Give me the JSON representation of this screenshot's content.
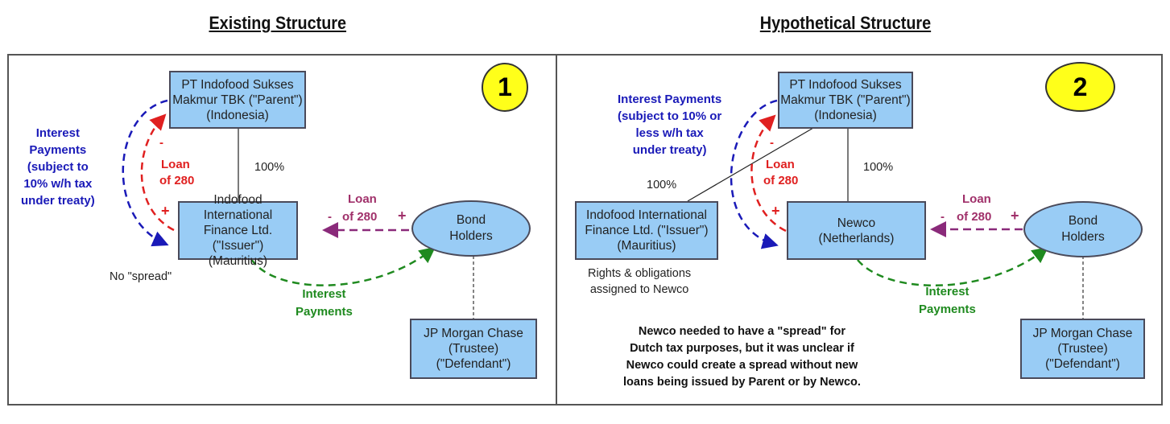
{
  "titles": {
    "left": "Existing Structure",
    "right": "Hypothetical Structure"
  },
  "existing": {
    "badge": "1",
    "parent": [
      "PT Indofood Sukses",
      "Makmur TBK (\"Parent\")",
      "(Indonesia)"
    ],
    "issuer": [
      "Indofood International",
      "Finance Ltd. (\"Issuer\")",
      "(Mauritius)"
    ],
    "bondholders": [
      "Bond",
      "Holders"
    ],
    "trustee": [
      "JP Morgan Chase",
      "(Trustee)",
      "(\"Defendant\")"
    ],
    "ownership": "100%",
    "interest_treaty": [
      "Interest",
      "Payments",
      "(subject to",
      "10% w/h tax",
      "under treaty)"
    ],
    "parent_loan": [
      "Loan",
      "of 280"
    ],
    "parent_loan_minus": "-",
    "parent_loan_plus": "+",
    "bond_loan_title": "Loan",
    "bond_loan_amount": "of 280",
    "bond_loan_minus": "-",
    "bond_loan_plus": "+",
    "interest_payments": [
      "Interest",
      "Payments"
    ],
    "no_spread": "No \"spread\""
  },
  "hypothetical": {
    "badge": "2",
    "parent": [
      "PT Indofood Sukses",
      "Makmur TBK (\"Parent\")",
      "(Indonesia)"
    ],
    "issuer": [
      "Indofood International",
      "Finance Ltd. (\"Issuer\")",
      "(Mauritius)"
    ],
    "newco": [
      "Newco",
      "(Netherlands)"
    ],
    "bondholders": [
      "Bond",
      "Holders"
    ],
    "trustee": [
      "JP Morgan Chase",
      "(Trustee)",
      "(\"Defendant\")"
    ],
    "ownership_issuer": "100%",
    "ownership_newco": "100%",
    "interest_treaty": [
      "Interest Payments",
      "(subject to 10% or",
      "less w/h tax",
      "under treaty)"
    ],
    "parent_loan": [
      "Loan",
      "of 280"
    ],
    "parent_loan_minus": "-",
    "parent_loan_plus": "+",
    "bond_loan_title": "Loan",
    "bond_loan_amount": "of 280",
    "bond_loan_minus": "-",
    "bond_loan_plus": "+",
    "interest_payments": [
      "Interest",
      "Payments"
    ],
    "assigned_note": [
      "Rights & obligations",
      "assigned to Newco"
    ],
    "spread_note": [
      "Newco needed to have a  \"spread\" for",
      "Dutch tax purposes, but it was unclear if",
      "Newco could create a spread without new",
      "loans being issued by Parent or by Newco."
    ]
  },
  "colors": {
    "box_fill": "#99ccf5",
    "badge_fill": "#ffff1a",
    "interest_blue": "#1a1ab8",
    "loan_red": "#e02020",
    "loan_purple": "#a0306a",
    "interest_green": "#1f8a1f"
  }
}
